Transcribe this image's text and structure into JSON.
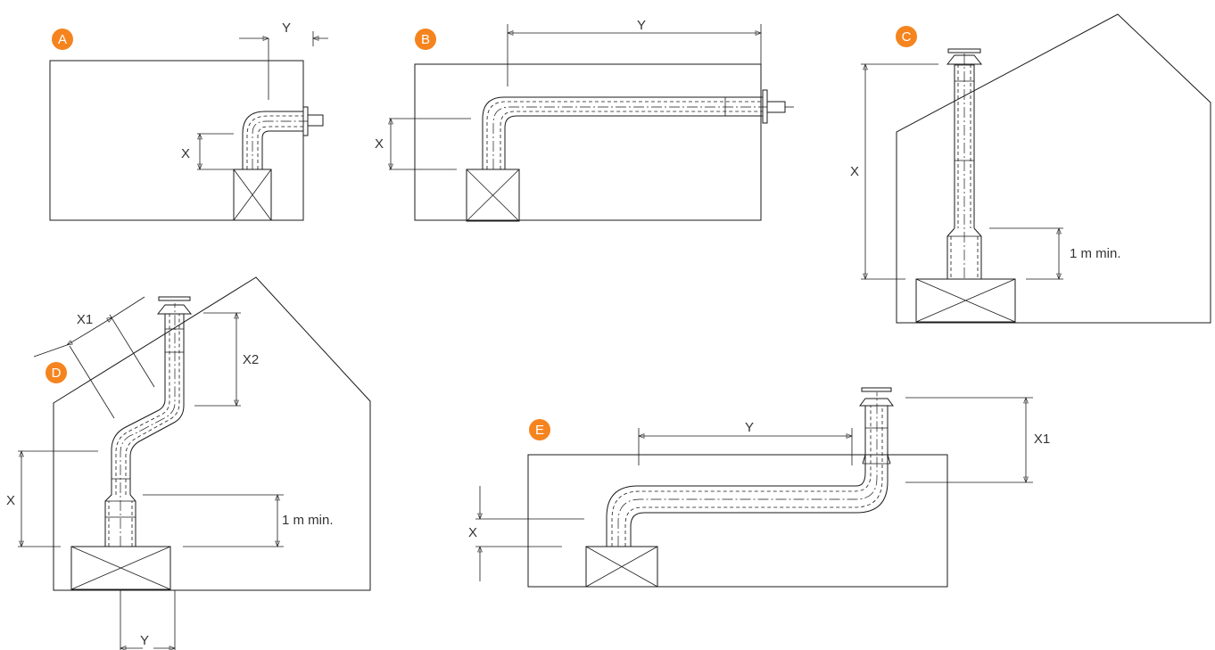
{
  "colors": {
    "badge": "#f5841f",
    "line": "#1a1a1a",
    "text": "#333333"
  },
  "diagrams": {
    "a": {
      "badge": "A",
      "x": "X",
      "y": "Y"
    },
    "b": {
      "badge": "B",
      "x": "X",
      "y": "Y"
    },
    "c": {
      "badge": "C",
      "x": "X",
      "min": "1 m min."
    },
    "d": {
      "badge": "D",
      "x1": "X1",
      "x2": "X2",
      "x": "X",
      "min": "1 m min.",
      "y": "Y"
    },
    "e": {
      "badge": "E",
      "y": "Y",
      "x1": "X1",
      "x": "X"
    }
  }
}
